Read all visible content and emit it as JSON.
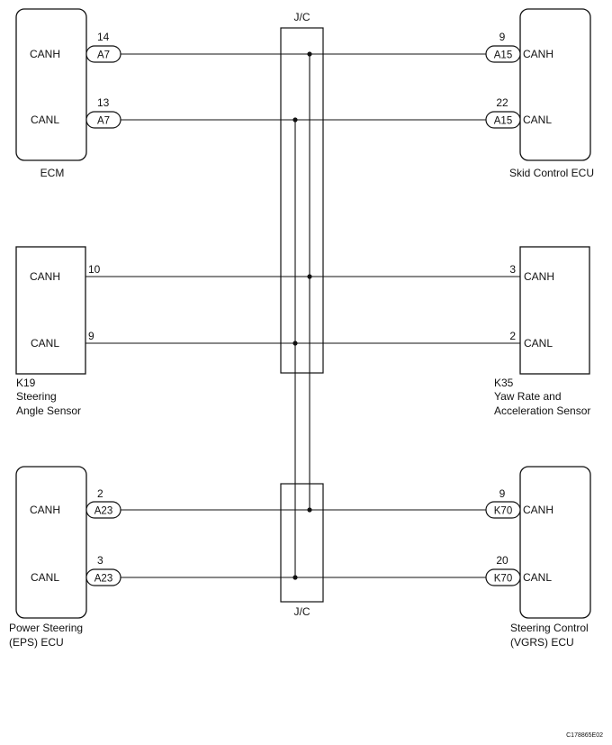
{
  "junction": {
    "top_label": "J/C",
    "bottom_label": "J/C"
  },
  "components": {
    "ecm": {
      "name_lines": [
        "ECM"
      ],
      "pins": [
        {
          "signal": "CANH",
          "pin": "14",
          "connector": "A7"
        },
        {
          "signal": "CANL",
          "pin": "13",
          "connector": "A7"
        }
      ]
    },
    "skid": {
      "name_lines": [
        "Skid Control ECU"
      ],
      "pins": [
        {
          "signal": "CANH",
          "pin": "9",
          "connector": "A15"
        },
        {
          "signal": "CANL",
          "pin": "22",
          "connector": "A15"
        }
      ]
    },
    "steer_sensor": {
      "name_lines": [
        "K19",
        "Steering",
        "Angle Sensor"
      ],
      "pins": [
        {
          "signal": "CANH",
          "pin": "10",
          "connector": ""
        },
        {
          "signal": "CANL",
          "pin": "9",
          "connector": ""
        }
      ]
    },
    "yaw": {
      "name_lines": [
        "K35",
        "Yaw Rate and",
        "Acceleration Sensor"
      ],
      "pins": [
        {
          "signal": "CANH",
          "pin": "3",
          "connector": ""
        },
        {
          "signal": "CANL",
          "pin": "2",
          "connector": ""
        }
      ]
    },
    "eps": {
      "name_lines": [
        "Power Steering",
        "(EPS) ECU"
      ],
      "pins": [
        {
          "signal": "CANH",
          "pin": "2",
          "connector": "A23"
        },
        {
          "signal": "CANL",
          "pin": "3",
          "connector": "A23"
        }
      ]
    },
    "vgrs": {
      "name_lines": [
        "Steering Control",
        "(VGRS) ECU"
      ],
      "pins": [
        {
          "signal": "CANH",
          "pin": "9",
          "connector": "K70"
        },
        {
          "signal": "CANL",
          "pin": "20",
          "connector": "K70"
        }
      ]
    }
  },
  "figure_code": "C178865E02"
}
